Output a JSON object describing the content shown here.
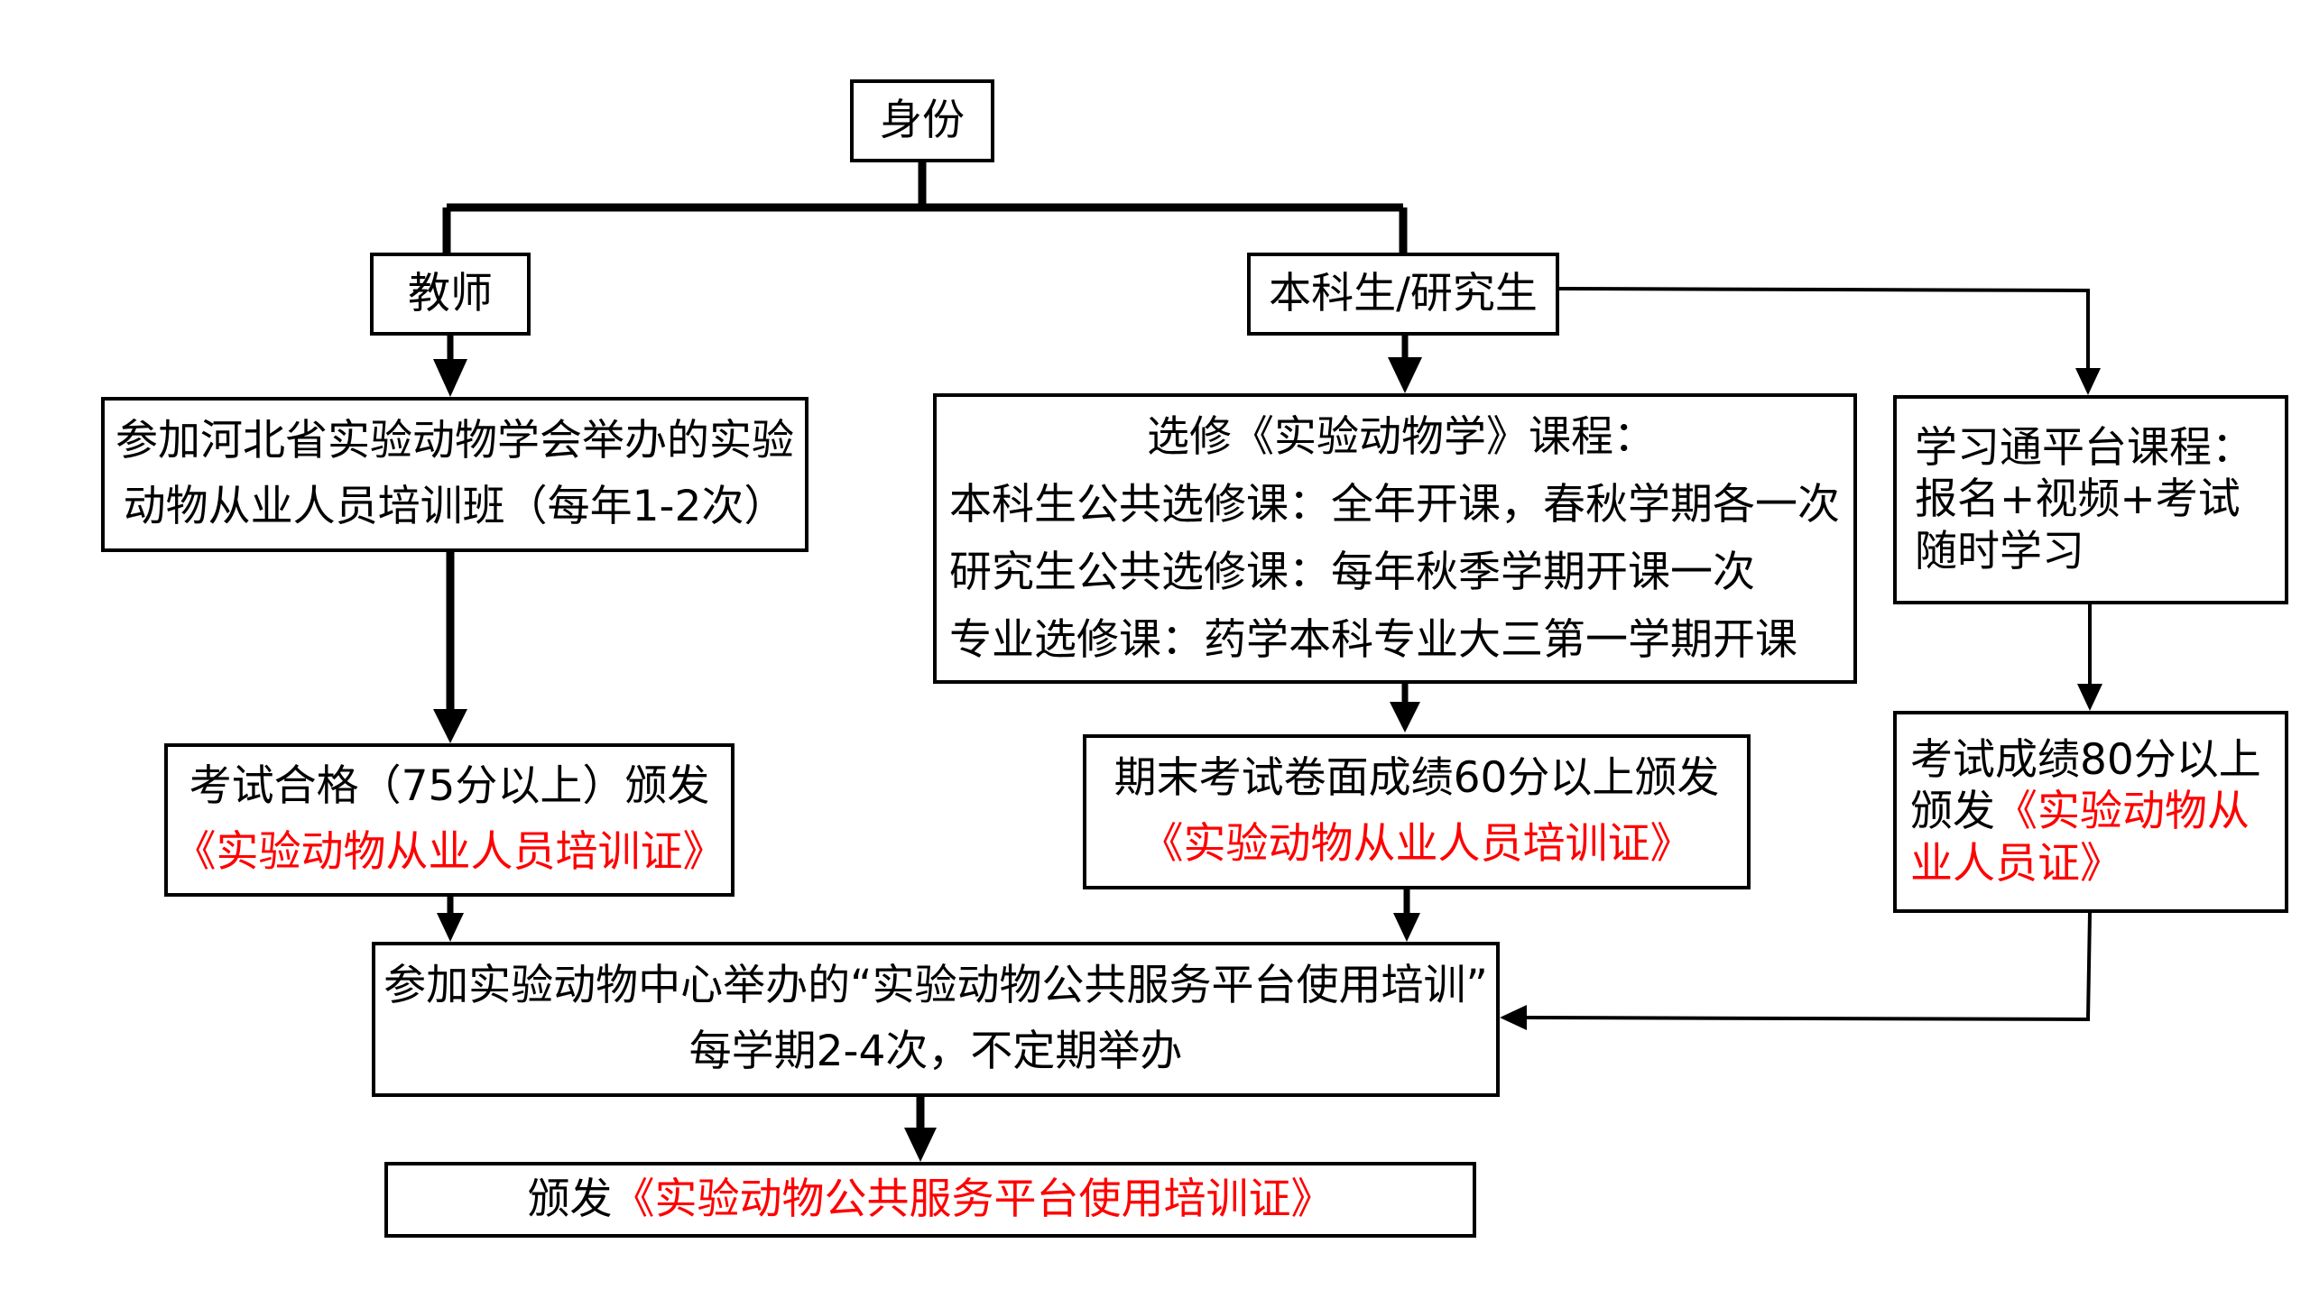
{
  "nodes": {
    "identity": {
      "label": "身份"
    },
    "teacher": {
      "label": "教师"
    },
    "student": {
      "label": "本科生/研究生"
    },
    "teacher_training": {
      "line1": "参加河北省实验动物学会举办的实验",
      "line2": "动物从业人员培训班（每年1-2次）"
    },
    "student_course": {
      "title": "选修《实验动物学》课程：",
      "line1": "本科生公共选修课：全年开课，春秋学期各一次",
      "line2": "研究生公共选修课：每年秋季学期开课一次",
      "line3": "专业选修课：药学本科专业大三第一学期开课"
    },
    "online_course": {
      "line1": "学习通平台课程：",
      "line2": "报名+视频+考试",
      "line3": "随时学习"
    },
    "teacher_cert": {
      "line1": "考试合格（75分以上）颁发",
      "cert": "《实验动物从业人员培训证》"
    },
    "student_cert": {
      "line1": "期末考试卷面成绩60分以上颁发",
      "cert": "《实验动物从业人员培训证》"
    },
    "online_cert": {
      "prefix": "考试成绩80分以上颁发",
      "cert": "《实验动物从业人员证》"
    },
    "center_training": {
      "line1": "参加实验动物中心举办的“实验动物公共服务平台使用培训”",
      "line2": "每学期2-4次，不定期举办"
    },
    "final": {
      "prefix": "颁发",
      "cert": "《实验动物公共服务平台使用培训证》"
    }
  },
  "edges": [
    {
      "from": "identity",
      "to": "teacher"
    },
    {
      "from": "identity",
      "to": "student"
    },
    {
      "from": "student",
      "to": "online_course"
    },
    {
      "from": "teacher",
      "to": "teacher_training"
    },
    {
      "from": "student",
      "to": "student_course"
    },
    {
      "from": "teacher_training",
      "to": "teacher_cert"
    },
    {
      "from": "student_course",
      "to": "student_cert"
    },
    {
      "from": "online_course",
      "to": "online_cert"
    },
    {
      "from": "teacher_cert",
      "to": "center_training"
    },
    {
      "from": "student_cert",
      "to": "center_training"
    },
    {
      "from": "online_cert",
      "to": "center_training"
    },
    {
      "from": "center_training",
      "to": "final"
    }
  ],
  "colors": {
    "line": "#000000",
    "highlight": "#ff0000",
    "background": "#ffffff"
  }
}
